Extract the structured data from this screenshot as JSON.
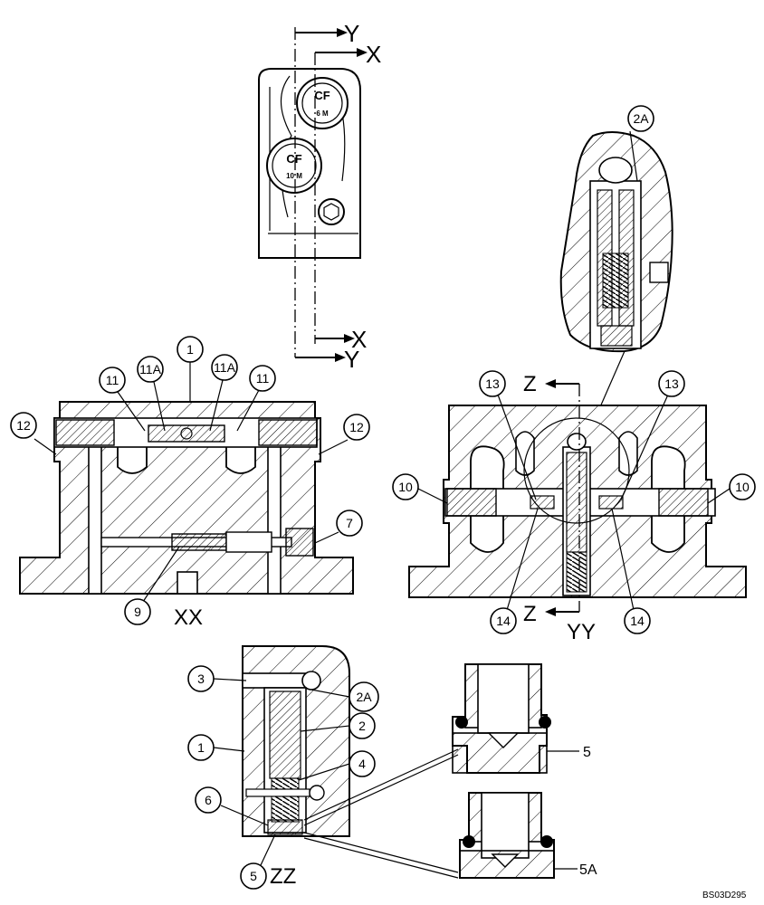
{
  "top_view": {
    "section_marks": [
      "Y",
      "X",
      "X",
      "Y"
    ],
    "plug_marks": [
      {
        "logo": "CF",
        "size": "6 M"
      },
      {
        "logo": "CF",
        "size": "10 M"
      }
    ]
  },
  "section_labels": {
    "xx": "XX",
    "yy": "YY",
    "zz": "ZZ",
    "z_top": "Z",
    "z_bottom": "Z"
  },
  "callouts": {
    "detail_2a": "2A",
    "xx": [
      "12",
      "11",
      "11A",
      "1",
      "11A",
      "11",
      "12",
      "7",
      "9"
    ],
    "yy": [
      "13",
      "13",
      "10",
      "10",
      "14",
      "14"
    ],
    "zz": [
      "3",
      "2A",
      "2",
      "1",
      "4",
      "6",
      "5"
    ]
  },
  "part_labels": {
    "seat": "5",
    "seat_alt": "5A"
  },
  "reference_code": "BS03D295",
  "colors": {
    "line": "#000000",
    "background": "#ffffff"
  }
}
